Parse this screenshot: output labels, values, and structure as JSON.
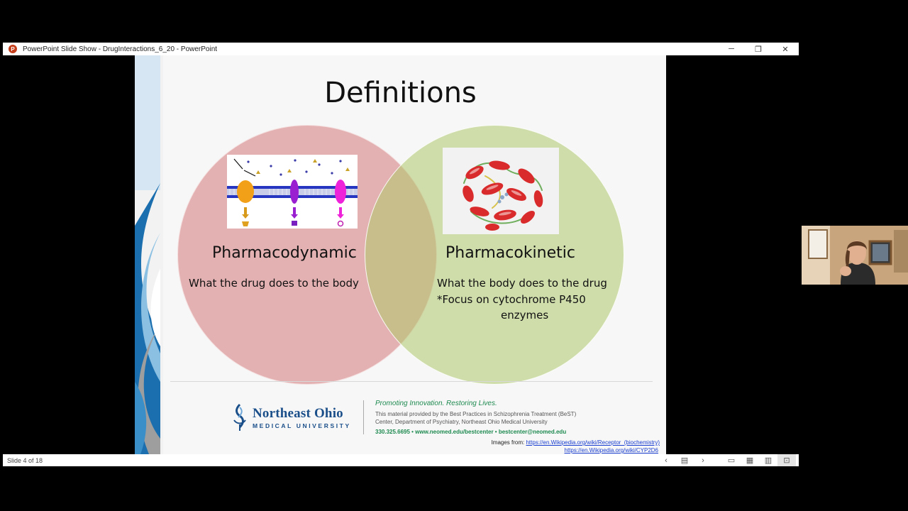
{
  "window": {
    "title": "PowerPoint Slide Show  -  DrugInteractions_6_20  -  PowerPoint",
    "app_icon_letter": "P",
    "controls": {
      "minimize": "─",
      "restore": "❐",
      "close": "✕"
    }
  },
  "slide": {
    "title": "Definitions",
    "pharmacodynamic": {
      "heading": "Pharmacodynamic",
      "description": "What the drug does to the body"
    },
    "pharmacokinetic": {
      "heading": "Pharmacokinetic",
      "description_line1": "What the body does to the drug",
      "description_line2": "*Focus on cytochrome P450",
      "description_line3": "enzymes"
    },
    "footer": {
      "logo_line1": "Northeast Ohio",
      "logo_line2": "MEDICAL UNIVERSITY",
      "tagline": "Promoting Innovation. Restoring Lives.",
      "provided_line1": "This material provided by the Best Practices in Schizophrenia Treatment (BeST)",
      "provided_line2": "Center, Department of Psychiatry, Northeast Ohio Medical University",
      "contact": "330.325.6695 • www.neomed.edu/bestcenter • bestcenter@neomed.edu",
      "images_from_label": "Images from:",
      "image_link1": "https://en.Wikipedia.org/wiki/Receptor_(biochemistry)",
      "image_link2": "https://en.Wikipedia.org/wiki/CYP2D6"
    },
    "colors": {
      "pd_circle": "#d6787a",
      "pk_circle": "#afc86e",
      "brand_blue": "#1b4f8a",
      "brand_green": "#1e8a50"
    }
  },
  "statusbar": {
    "slide_counter": "Slide 4 of 18",
    "prev": "‹",
    "menu": "▤",
    "next": "›",
    "normal_view": "▭",
    "sorter_view": "▦",
    "reading_view": "▥",
    "slideshow_view": "⊡"
  }
}
